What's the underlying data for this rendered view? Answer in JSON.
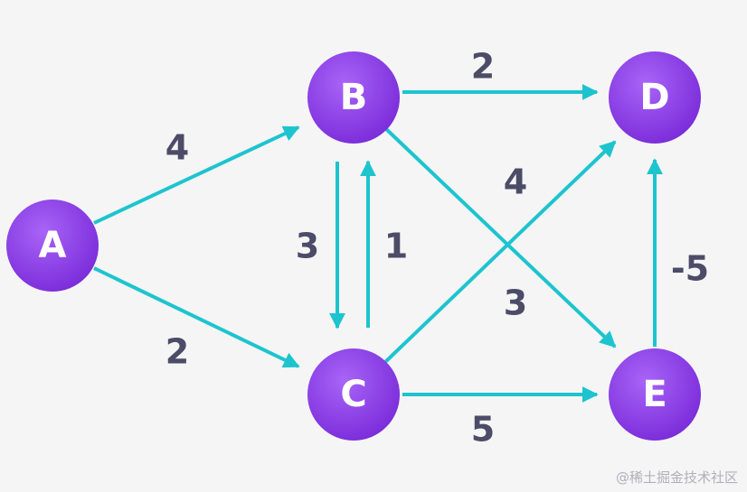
{
  "colors": {
    "background": "#f5f5f6",
    "node_top": "#a05cf3",
    "node_bottom": "#7a2bd9",
    "edge": "#1dc4ce",
    "label": "#4c4c68"
  },
  "nodes": [
    {
      "id": "A",
      "label": "A"
    },
    {
      "id": "B",
      "label": "B"
    },
    {
      "id": "C",
      "label": "C"
    },
    {
      "id": "D",
      "label": "D"
    },
    {
      "id": "E",
      "label": "E"
    }
  ],
  "edges": [
    {
      "from": "A",
      "to": "B",
      "weight": "4"
    },
    {
      "from": "A",
      "to": "C",
      "weight": "2"
    },
    {
      "from": "B",
      "to": "D",
      "weight": "2"
    },
    {
      "from": "B",
      "to": "C",
      "weight": "3"
    },
    {
      "from": "C",
      "to": "B",
      "weight": "1"
    },
    {
      "from": "C",
      "to": "D",
      "weight": "4"
    },
    {
      "from": "B",
      "to": "E",
      "weight": "3"
    },
    {
      "from": "C",
      "to": "E",
      "weight": "5"
    },
    {
      "from": "E",
      "to": "D",
      "weight": "-5"
    }
  ],
  "watermark": "@稀土掘金技术社区"
}
